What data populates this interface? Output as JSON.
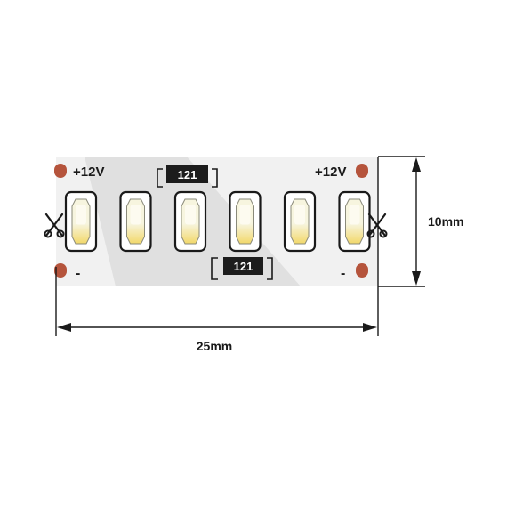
{
  "strip": {
    "pad_labels": {
      "left_top": "+12V",
      "right_top": "+12V",
      "left_bottom": "-",
      "right_bottom": "-"
    },
    "resistors": [
      {
        "marking": "121"
      },
      {
        "marking": "121"
      }
    ],
    "led_count": 6,
    "icons": [
      "scissors-icon",
      "scissors-icon"
    ]
  },
  "dimensions": {
    "width_label": "25mm",
    "height_label": "10mm"
  },
  "colors": {
    "pcb": "#f1f1f1",
    "pcb_shadow": "#dcdcdc",
    "pad": "#b5543c",
    "resistor": "#1c1c1c",
    "led_phosphor_top": "#f7f5df",
    "led_phosphor_bottom": "#f2d86a",
    "outline": "#1a1a1a"
  }
}
